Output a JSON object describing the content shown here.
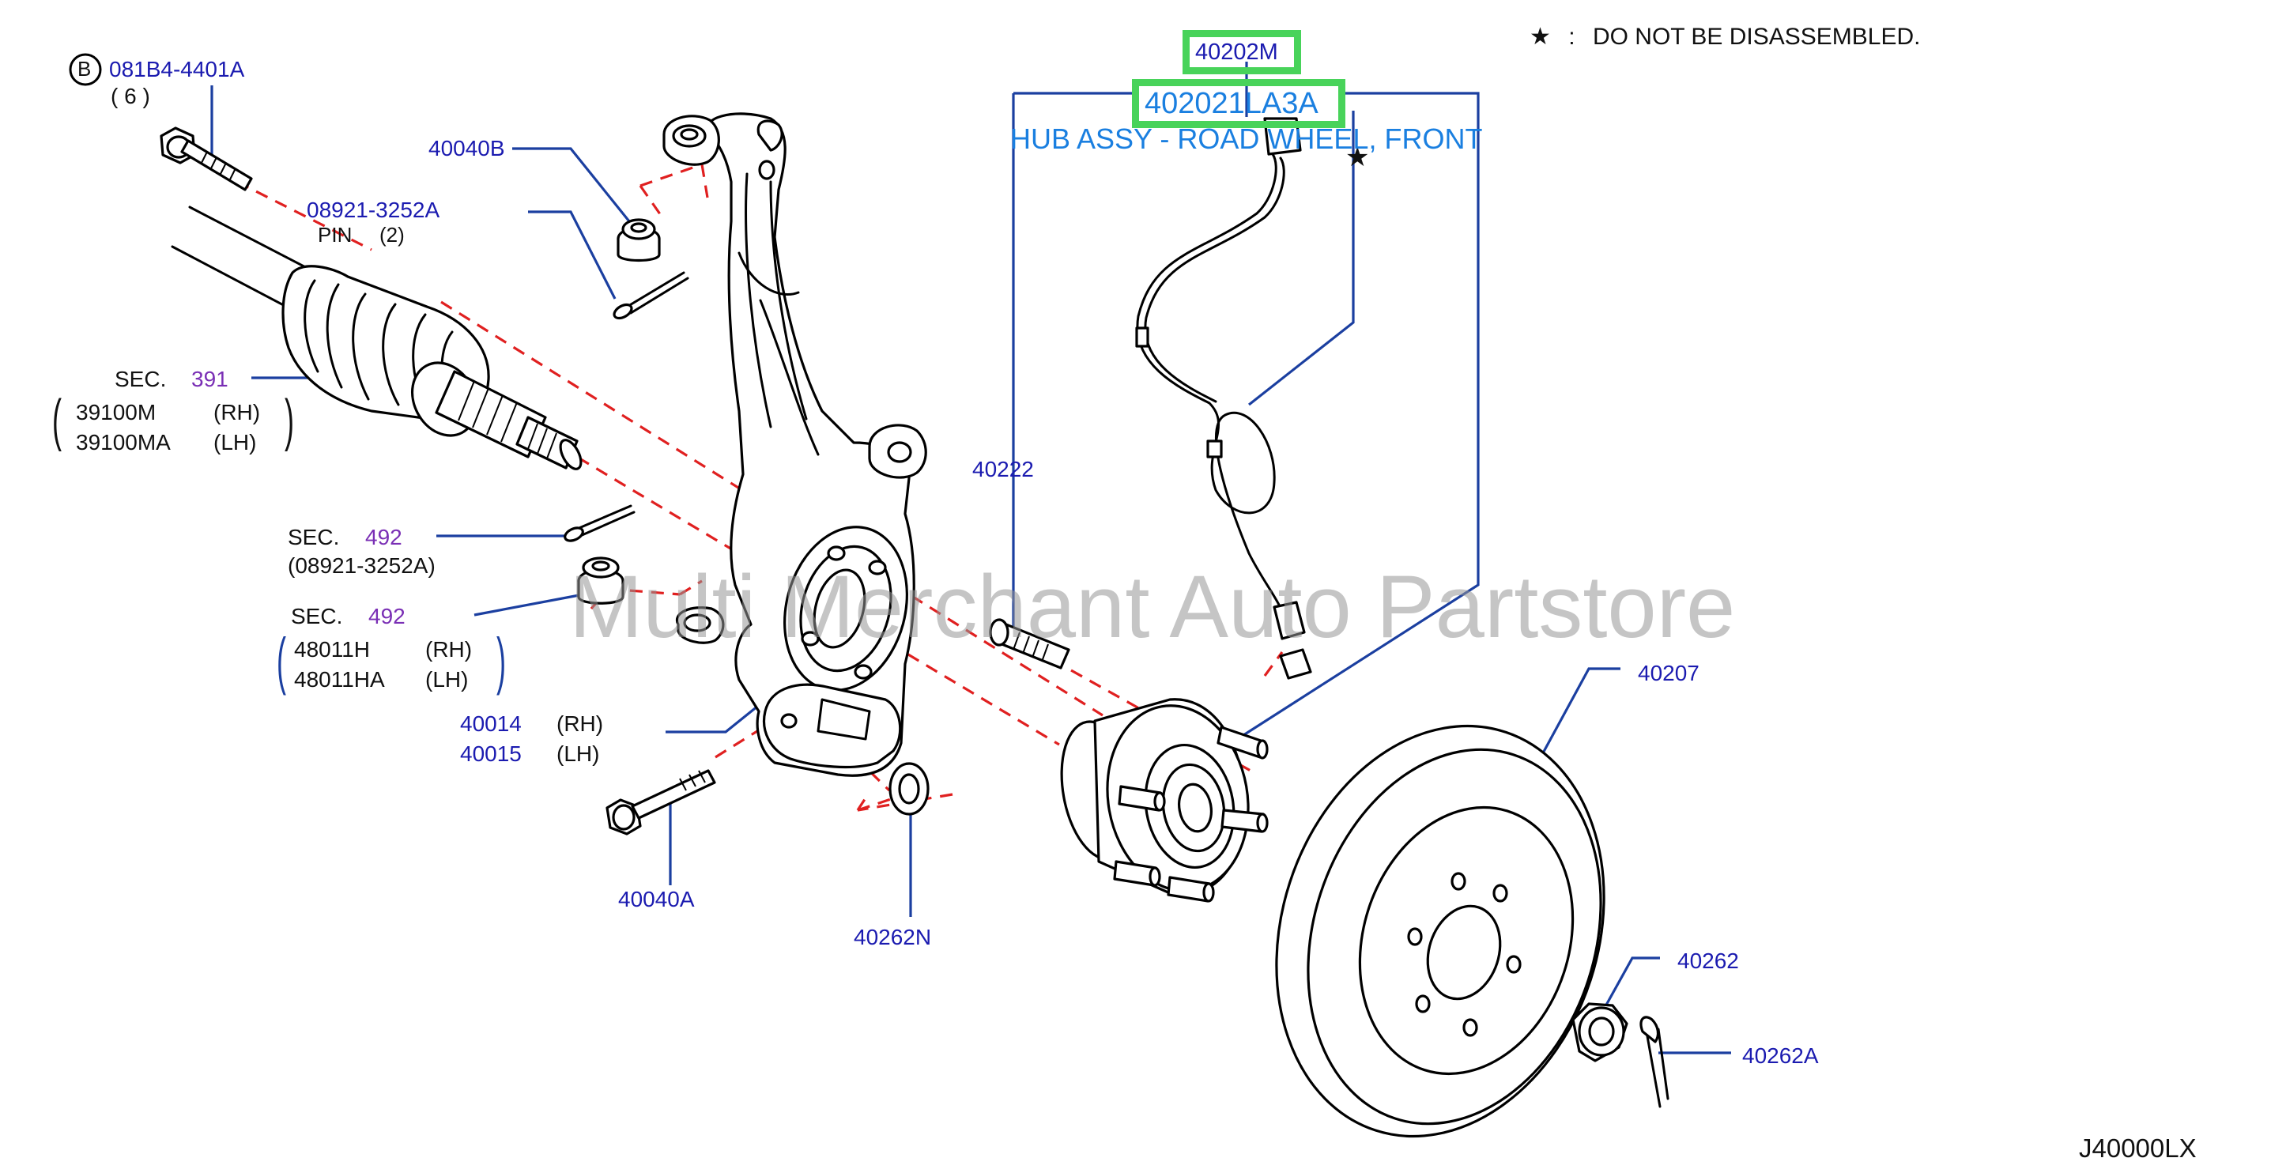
{
  "note": {
    "star": "★",
    "sep": ":",
    "text": "DO   NOT   BE   DISASSEMBLED."
  },
  "diagram_code": "J40000LX",
  "watermark": "Multi Merchant Auto Partstore",
  "highlight_color": "#48d35a",
  "line_color": "#1b3fa0",
  "dash_color": "#e02020",
  "hub": {
    "part": "40202M",
    "variant": "402021LA3A",
    "description": "HUB ASSY - ROAD WHEEL, FRONT"
  },
  "bolt_b": {
    "circle": "B",
    "part": "081B4-4401A",
    "qty": "(   6   )"
  },
  "labels": {
    "p40040B": "40040B",
    "p08921": "08921-3252A",
    "pin": "PIN",
    "pin_qty": "(2)",
    "sec": "SEC.",
    "sec391": "391",
    "d39100M": "39100M",
    "d39100MA": "39100MA",
    "rh": "(RH)",
    "lh": "(LH)",
    "sec492": "492",
    "p08921b": "(08921-3252A)",
    "d48011H": "48011H",
    "d48011HA": "48011HA",
    "p40014": "40014",
    "p40015": "40015",
    "p40040A": "40040A",
    "p40262N": "40262N",
    "p40222": "40222",
    "p40207": "40207",
    "p40262": "40262",
    "p40262A": "40262A"
  }
}
